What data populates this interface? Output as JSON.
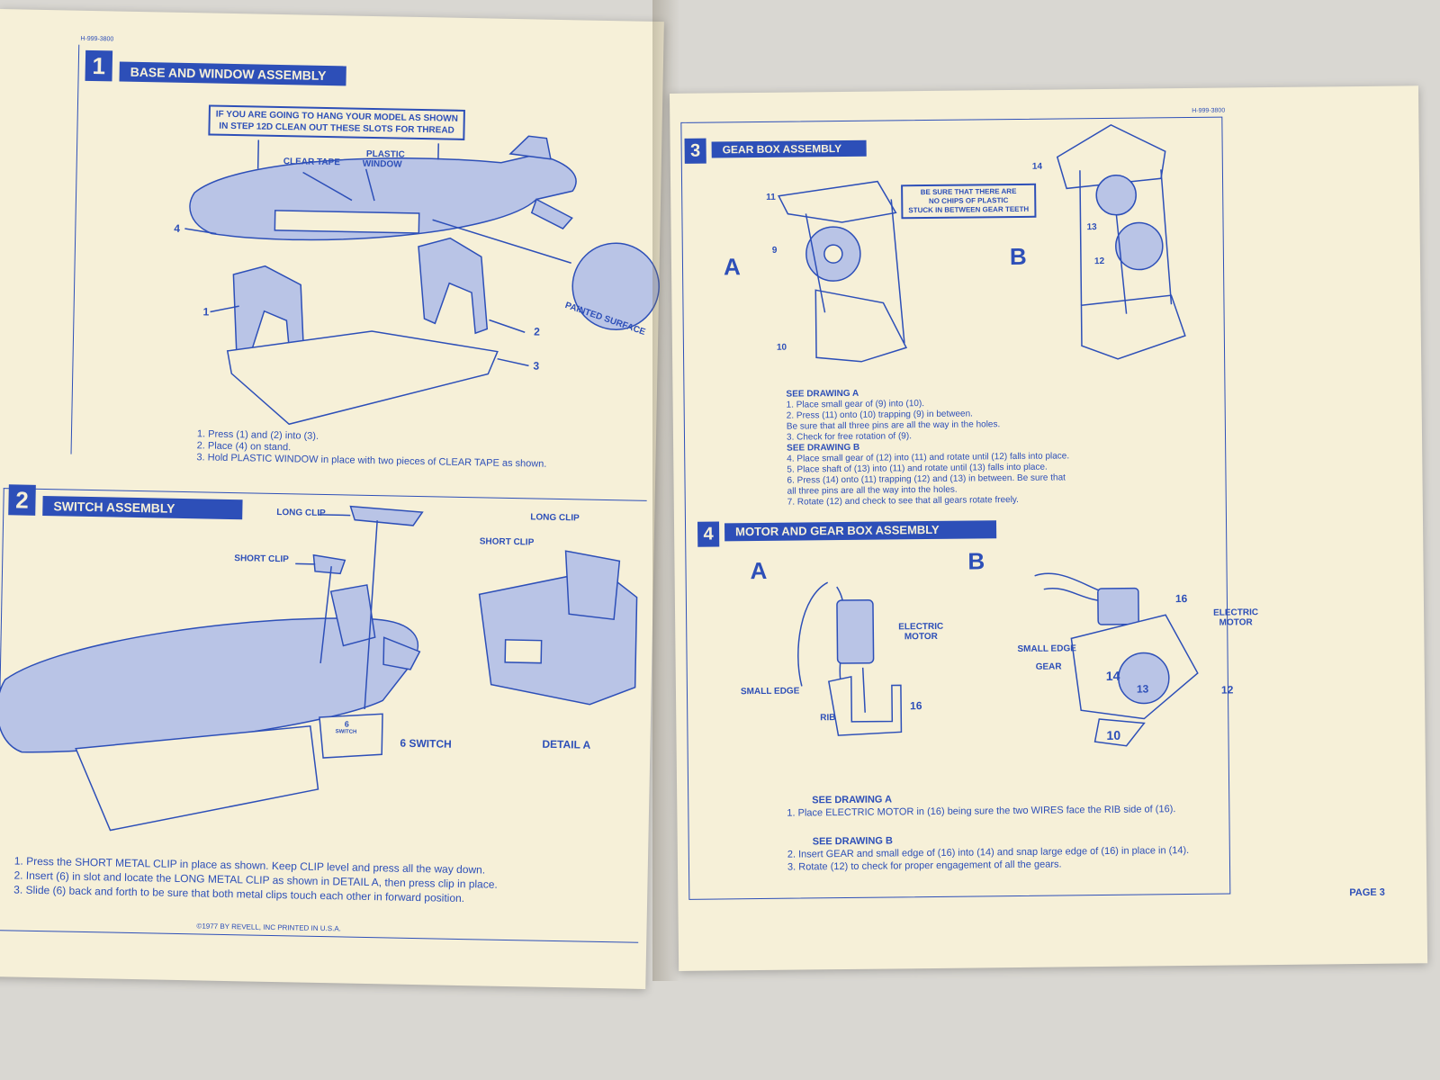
{
  "left_page": {
    "part_no": "H-999-3800",
    "step1": {
      "number": "1",
      "title": "BASE AND WINDOW ASSEMBLY",
      "note_line1": "IF YOU ARE GOING TO HANG YOUR MODEL AS SHOWN",
      "note_line2": "IN STEP 12D CLEAN OUT THESE SLOTS FOR THREAD",
      "labels": {
        "clear_tape": "CLEAR TAPE",
        "plastic": "PLASTIC",
        "window": "WINDOW",
        "painted_surface": "PAINTED SURFACE",
        "p1": "1",
        "p2": "2",
        "p3": "3",
        "p4": "4"
      },
      "instructions": [
        "1.  Press (1) and (2) into (3).",
        "2.  Place (4) on stand.",
        "3.  Hold PLASTIC WINDOW in place with two pieces of CLEAR TAPE as shown."
      ]
    },
    "step2": {
      "number": "2",
      "title": "SWITCH ASSEMBLY",
      "labels": {
        "long_clip_a": "LONG CLIP",
        "short_clip_a": "SHORT CLIP",
        "long_clip_b": "LONG CLIP",
        "short_clip_b": "SHORT CLIP",
        "switch": "6  SWITCH",
        "detail_a": "DETAIL A",
        "p6": "6",
        "switch_part": "SWITCH"
      },
      "instructions": [
        "1.  Press the SHORT METAL CLIP in place as shown.  Keep CLIP level and press all the way down.",
        "2.  Insert (6) in slot and locate the LONG METAL CLIP as shown in DETAIL A, then press clip in place.",
        "3.  Slide (6) back and forth to be sure that both metal clips touch each other in forward position."
      ]
    },
    "footer": "©1977 BY REVELL, INC     PRINTED IN U.S.A."
  },
  "right_page": {
    "part_no": "H-999-3800",
    "step3": {
      "number": "3",
      "title": "GEAR BOX ASSEMBLY",
      "note_line1": "BE SURE THAT THERE ARE",
      "note_line2": "NO CHIPS OF PLASTIC",
      "note_line3": "STUCK IN BETWEEN GEAR TEETH",
      "drawing_a": "A",
      "drawing_b": "B",
      "labels": {
        "p9": "9",
        "p10": "10",
        "p11": "11",
        "p12": "12",
        "p13": "13",
        "p14": "14"
      },
      "see_a": "SEE DRAWING  A",
      "instructions_a": [
        "1.  Place small gear of (9) into (10).",
        "2.  Press (11) onto (10) trapping (9) in between.",
        "     Be sure that all three pins are all the way in the holes.",
        "3.  Check for free rotation of (9)."
      ],
      "see_b": "SEE DRAWING  B",
      "instructions_b": [
        "4.  Place small gear of (12) into (11) and rotate until (12) falls into place.",
        "5.  Place shaft of (13) into (11) and rotate until (13) falls into place.",
        "6.  Press (14) onto (11) trapping (12) and (13) in between. Be sure that",
        "     all three pins are all the way into the holes.",
        "7.  Rotate (12) and check to see that all gears rotate freely."
      ]
    },
    "step4": {
      "number": "4",
      "title": "MOTOR AND GEAR BOX ASSEMBLY",
      "drawing_a": "A",
      "drawing_b": "B",
      "labels": {
        "electric": "ELECTRIC",
        "motor": "MOTOR",
        "small_edge_a": "SMALL EDGE",
        "rib": "RIB",
        "p16_a": "16",
        "p16_b": "16",
        "small_edge_b": "SMALL EDGE",
        "gear": "GEAR",
        "p12": "12",
        "p14": "14",
        "p13": "13",
        "p10": "10"
      },
      "see_a": "SEE DRAWING A",
      "instructions_a": [
        "1.  Place ELECTRIC MOTOR in (16) being sure the two WIRES face the RIB side of (16)."
      ],
      "see_b": "SEE DRAWING B",
      "instructions_b": [
        "2.  Insert GEAR and small edge of (16) into (14) and snap large edge of (16) in place in (14).",
        "3.  Rotate (12) to check for proper engagement of all the gears."
      ]
    },
    "page_label": "PAGE 3"
  }
}
